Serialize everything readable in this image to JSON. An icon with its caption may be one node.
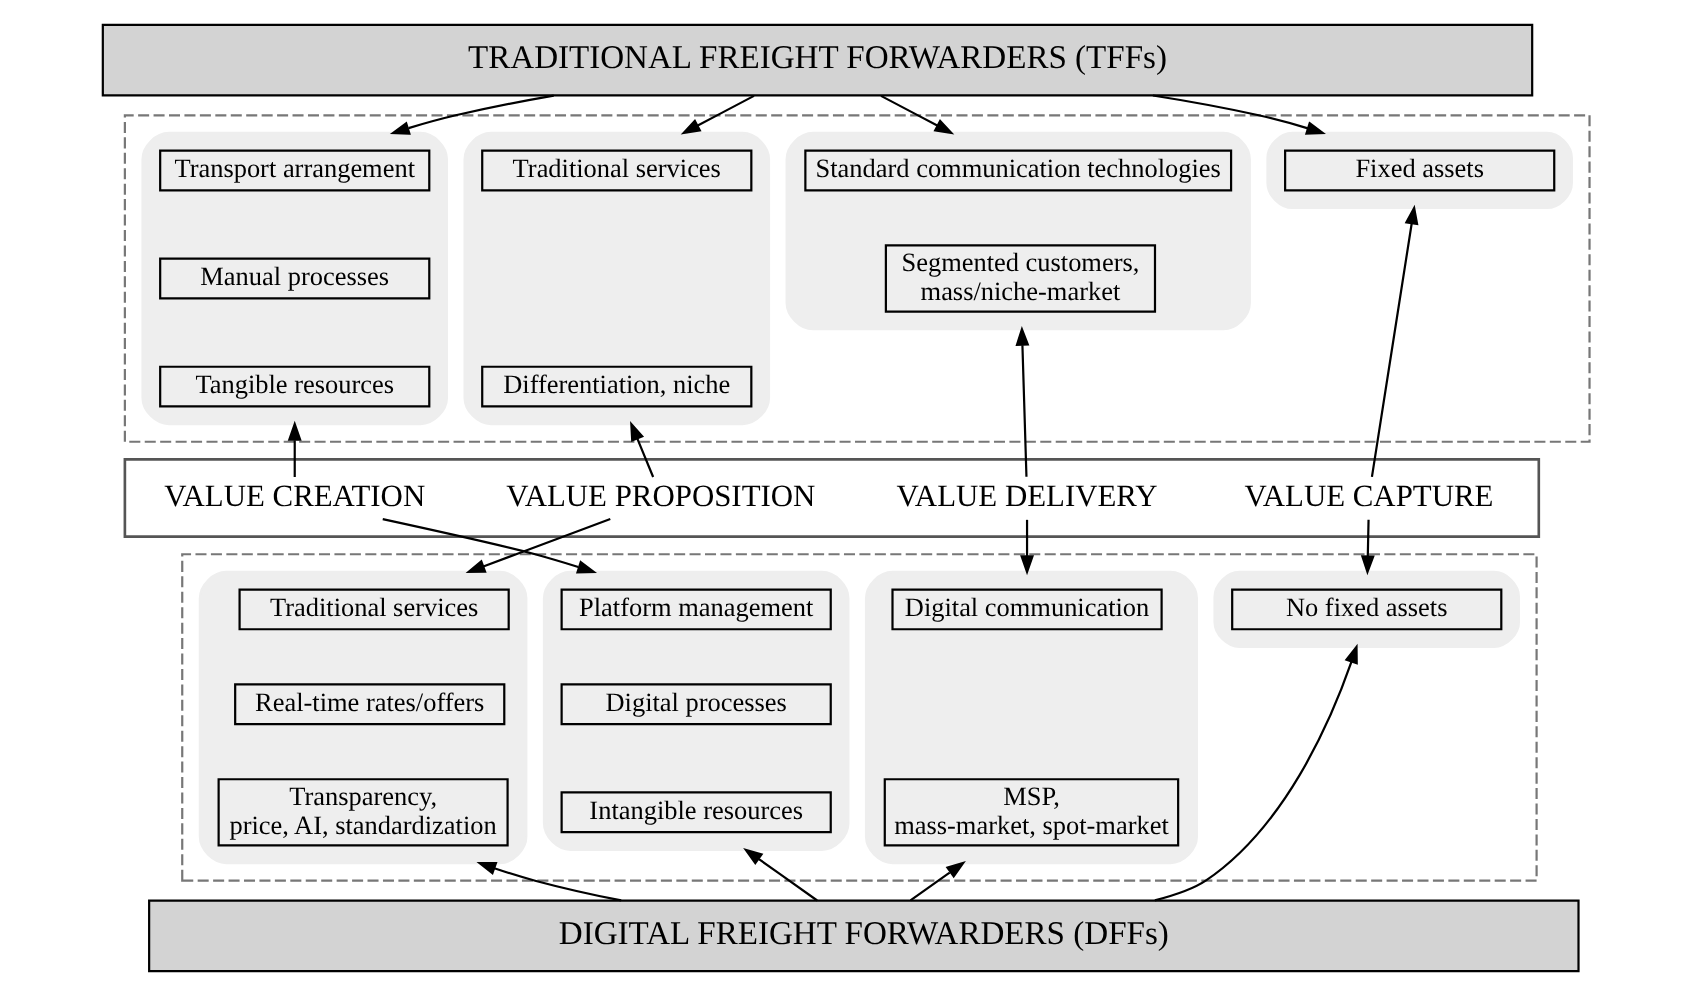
{
  "diagram": {
    "nodes": [
      {
        "text": [
          "TRADITIONAL FREIGHT FORWARDERS (TFFs)"
        ]
      },
      {
        "text": [],
        "shape": "box"
      },
      {
        "text": [],
        "shape": "ellipse",
        "in": 1
      },
      {
        "text": [
          "Traditional services"
        ],
        "in": 2
      },
      {
        "text": [
          "Differentiation, niche"
        ],
        "in": 2
      },
      {
        "text": [],
        "shape": "ellipse",
        "in": 1
      },
      {
        "text": [
          "Transport arrangement"
        ],
        "in": 5
      },
      {
        "text": [
          "Manual processes"
        ],
        "in": 5
      },
      {
        "text": [
          "Tangible resources"
        ],
        "in": 5
      },
      {
        "text": [],
        "shape": "ellipse",
        "in": 1
      },
      {
        "text": [
          "Standard communication technologies"
        ],
        "in": 9
      },
      {
        "text": [
          "Segmented customers, mass/niche-market"
        ],
        "in": 9
      },
      {
        "text": [],
        "shape": "ellipse",
        "in": 1
      },
      {
        "text": [
          "Fixed assets"
        ],
        "in": 12
      },
      {
        "text": [],
        "shape": "box"
      },
      {
        "text": [
          "VALUE PROPOSITION"
        ],
        "in": 14
      },
      {
        "text": [
          "VALUE CREATION"
        ],
        "in": 14
      },
      {
        "text": [
          "VALUE DELIVERY"
        ],
        "in": 14
      },
      {
        "text": [
          "VALUE CAPTURE"
        ],
        "in": 14
      },
      {
        "text": [],
        "shape": "box"
      },
      {
        "text": [],
        "shape": "ellipse",
        "in": 19
      },
      {
        "text": [
          "Traditional services"
        ],
        "in": 20
      },
      {
        "text": [
          "Real-time rates/offers"
        ],
        "in": 20
      },
      {
        "text": [
          "Transparency, price, AI, standardization"
        ],
        "in": 20
      },
      {
        "text": [],
        "shape": "ellipse",
        "in": 19
      },
      {
        "text": [
          "Platform management"
        ],
        "in": 24
      },
      {
        "text": [
          "Digital processes"
        ],
        "in": 24
      },
      {
        "text": [
          "Intangible resources"
        ],
        "in": 24
      },
      {
        "text": [],
        "shape": "ellipse",
        "in": 19
      },
      {
        "text": [
          "Digital communication"
        ],
        "in": 28
      },
      {
        "text": [
          "MSP, mass-market, spot-market"
        ],
        "in": 28
      },
      {
        "text": [],
        "shape": "ellipse",
        "in": 19
      },
      {
        "text": [
          "No fixed assets"
        ],
        "in": 31
      },
      {
        "text": [
          "DIGITAL FREIGHT FORWARDERS (DFFs)"
        ]
      }
    ],
    "edges": [
      {
        "from": 0,
        "to": 2,
        "arrow": "to"
      },
      {
        "from": 0,
        "to": 5,
        "arrow": "to"
      },
      {
        "from": 0,
        "to": 9,
        "arrow": "to"
      },
      {
        "from": 0,
        "to": 12,
        "arrow": "to"
      },
      {
        "from": 15,
        "to": 2,
        "arrow": "to"
      },
      {
        "from": 16,
        "to": 5,
        "arrow": "to"
      },
      {
        "from": 17,
        "to": 9,
        "arrow": "to"
      },
      {
        "from": 18,
        "to": 12,
        "arrow": "to"
      },
      {
        "from": 15,
        "to": 20,
        "arrow": "to"
      },
      {
        "from": 16,
        "to": 24,
        "arrow": "to"
      },
      {
        "from": 17,
        "to": 28,
        "arrow": "to"
      },
      {
        "from": 18,
        "to": 31,
        "arrow": "to"
      },
      {
        "from": 33,
        "to": 20,
        "arrow": "to"
      },
      {
        "from": 33,
        "to": 24,
        "arrow": "to"
      },
      {
        "from": 33,
        "to": 28,
        "arrow": "to"
      },
      {
        "from": 33,
        "to": 31,
        "arrow": "to"
      }
    ]
  }
}
